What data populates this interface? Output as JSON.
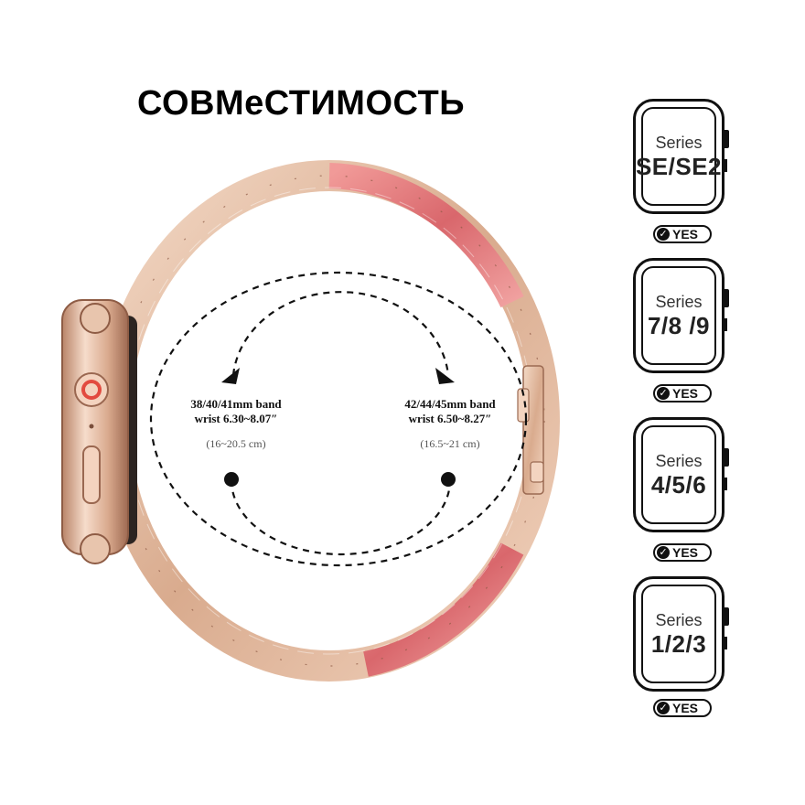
{
  "title": "СОВМеСТИМОСТЬ",
  "bands": [
    {
      "line1": "38/40/41mm band",
      "line2": "wrist 6.30~8.07″",
      "line3": "(16~20.5 cm)"
    },
    {
      "line1": "42/44/45mm band",
      "line2": "wrist 6.50~8.27″",
      "line3": "(16.5~21 cm)"
    }
  ],
  "compatibility": [
    {
      "label": "Series",
      "models": "SE/SE2",
      "badge": "YES"
    },
    {
      "label": "Series",
      "models": "7/8 /9",
      "badge": "YES"
    },
    {
      "label": "Series",
      "models": "4/5/6",
      "badge": "YES"
    },
    {
      "label": "Series",
      "models": "1/2/3",
      "badge": "YES"
    }
  ],
  "colors": {
    "rose_gold": "#e8c3a8",
    "rose_gold_dark": "#b98468",
    "pink": "#e27b7b",
    "pink_dark": "#c65a5f",
    "ink": "#111111"
  },
  "icons": [
    "check-icon",
    "watch-outline-icon",
    "watch-crown-icon",
    "arrow-icon",
    "clasp-icon"
  ]
}
